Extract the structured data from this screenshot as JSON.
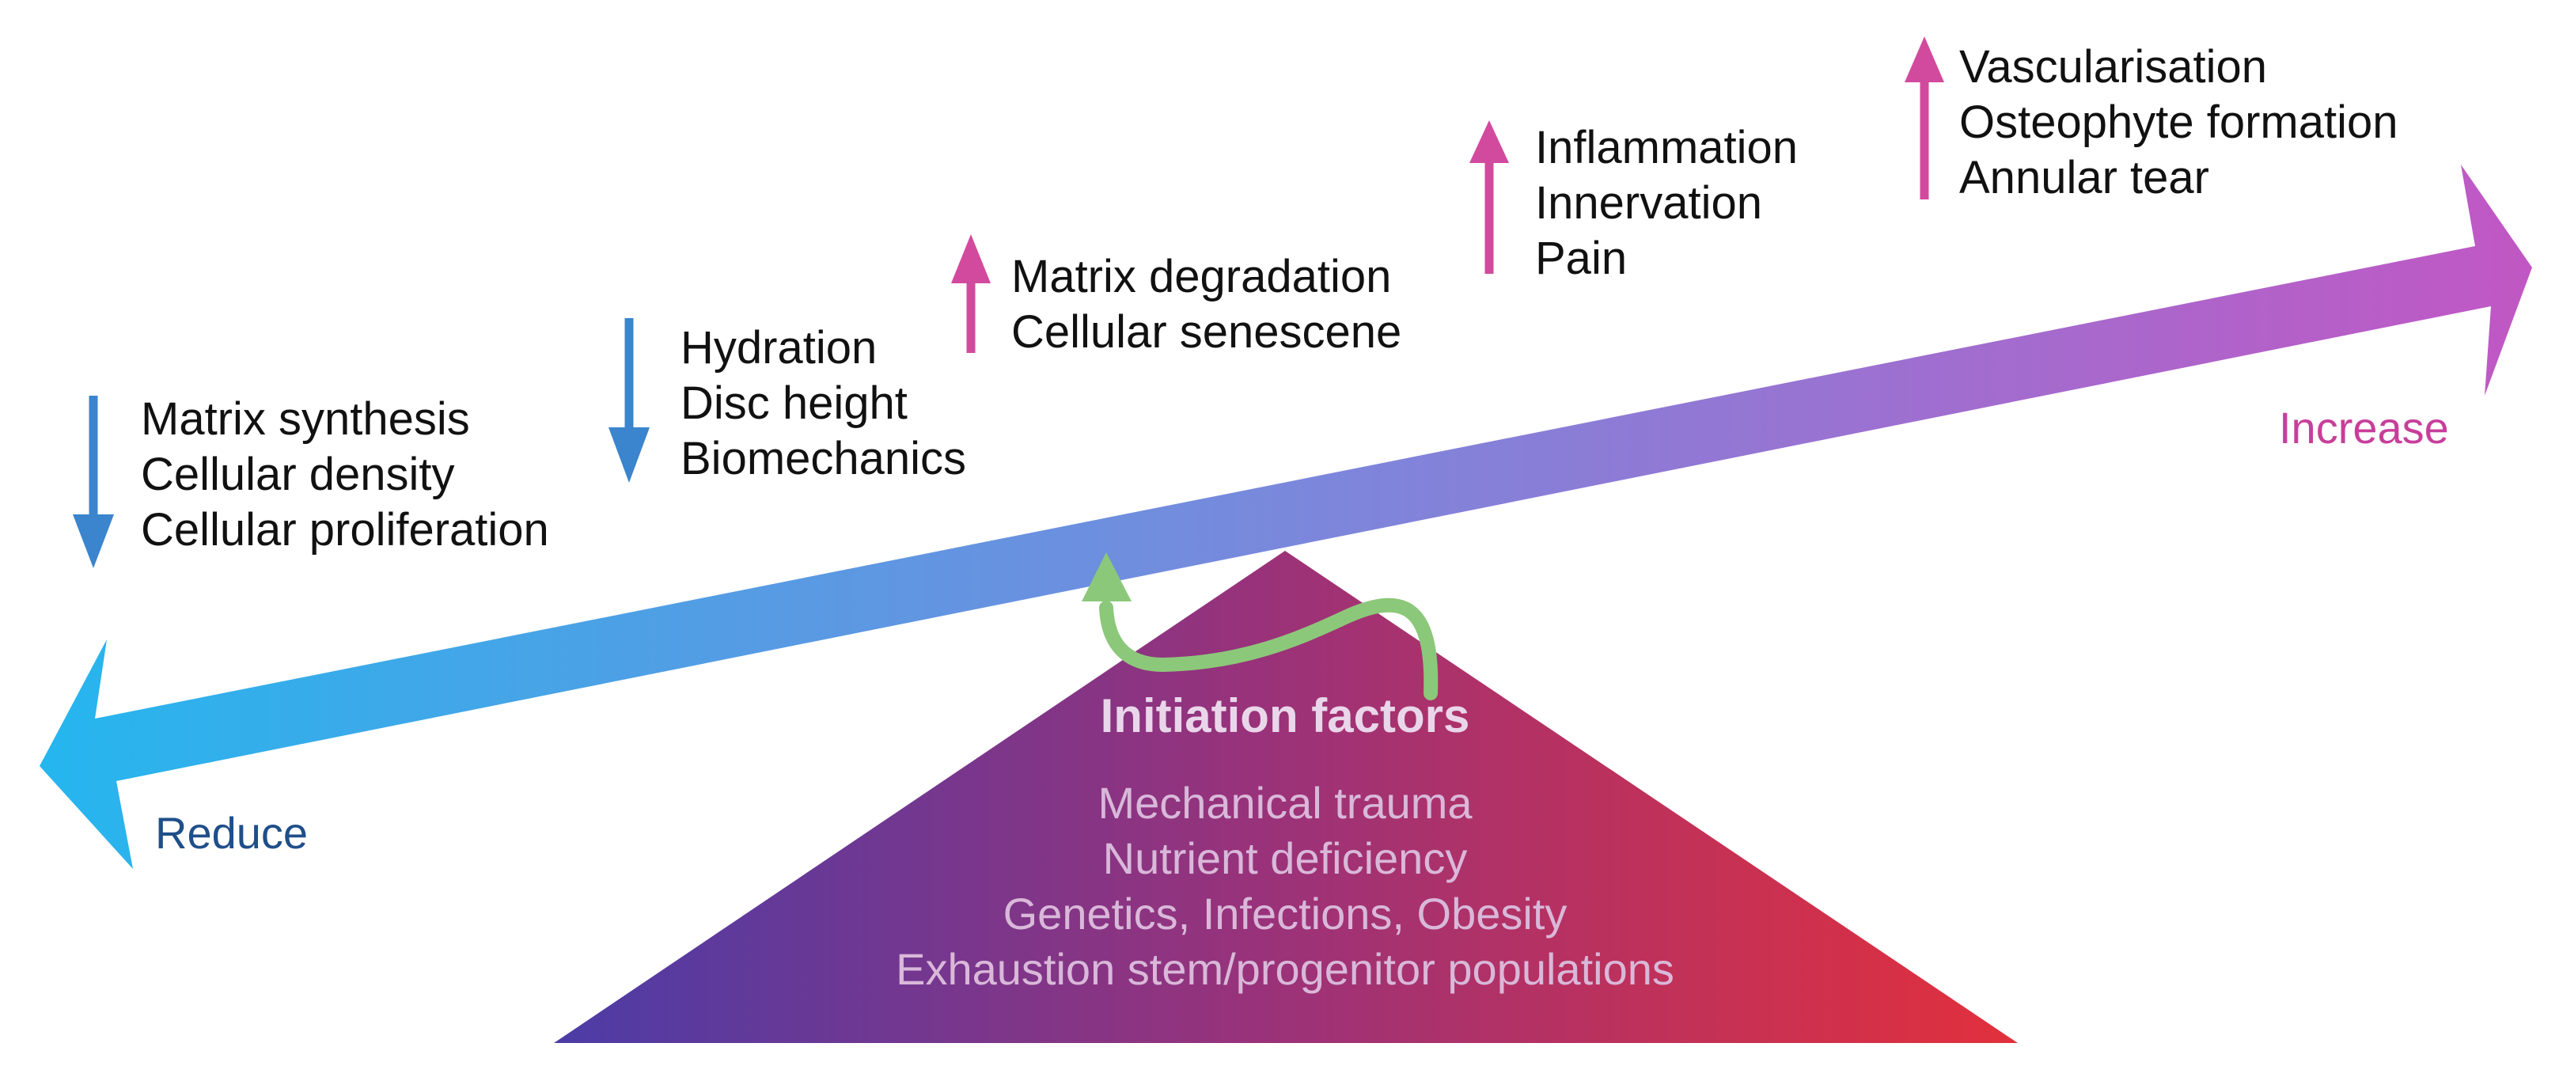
{
  "colors": {
    "reduce": "#3a85cd",
    "increase": "#d24a9e",
    "reduce_label": "#1f4f8a",
    "increase_label": "#c73f9a",
    "green_arrow": "#8cc87a"
  },
  "axis": {
    "reduce_label": "Reduce",
    "increase_label": "Increase"
  },
  "groups": [
    {
      "direction": "down",
      "items": [
        "Matrix synthesis",
        "Cellular density",
        "Cellular proliferation"
      ]
    },
    {
      "direction": "down",
      "items": [
        "Hydration",
        "Disc height",
        "Biomechanics"
      ]
    },
    {
      "direction": "up",
      "items": [
        "Matrix degradation",
        "Cellular senescene"
      ]
    },
    {
      "direction": "up",
      "items": [
        "Inflammation",
        "Innervation",
        "Pain"
      ]
    },
    {
      "direction": "up",
      "items": [
        "Vascularisation",
        "Osteophyte formation",
        "Annular tear"
      ]
    }
  ],
  "initiation": {
    "title": "Initiation factors",
    "items": [
      "Mechanical trauma",
      "Nutrient deficiency",
      "Genetics, Infections, Obesity",
      "Exhaustion stem/progenitor populations"
    ]
  }
}
